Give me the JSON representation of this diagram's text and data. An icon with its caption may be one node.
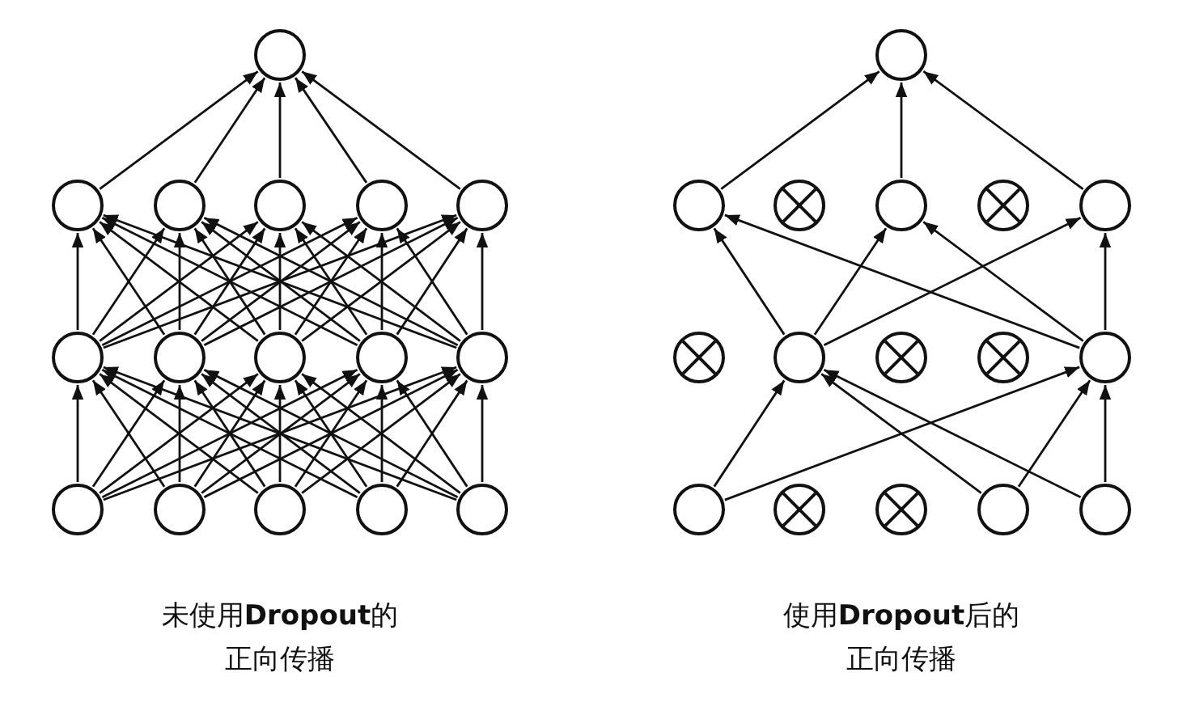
{
  "diagram": {
    "nodes": [
      {
        "text": [],
        "shape": "circle"
      },
      {
        "text": [],
        "shape": "circle"
      },
      {
        "text": [],
        "shape": "circle"
      },
      {
        "text": [],
        "shape": "circle"
      },
      {
        "text": [],
        "shape": "circle"
      },
      {
        "text": [],
        "shape": "circle"
      },
      {
        "text": [],
        "shape": "circle"
      },
      {
        "text": [],
        "shape": "circle"
      },
      {
        "text": [],
        "shape": "circle"
      },
      {
        "text": [],
        "shape": "circle"
      },
      {
        "text": [],
        "shape": "circle"
      },
      {
        "text": [],
        "shape": "circle"
      },
      {
        "text": [],
        "shape": "circle"
      },
      {
        "text": [],
        "shape": "circle"
      },
      {
        "text": [],
        "shape": "circle"
      },
      {
        "text": [],
        "shape": "circle"
      },
      {
        "text": [],
        "shape": "circle"
      },
      {
        "text": [],
        "shape": "circle"
      },
      {
        "text": [],
        "shape": "crossed-circle"
      },
      {
        "text": [],
        "shape": "circle"
      },
      {
        "text": [],
        "shape": "crossed-circle"
      },
      {
        "text": [],
        "shape": "circle"
      },
      {
        "text": [],
        "shape": "crossed-circle"
      },
      {
        "text": [],
        "shape": "circle"
      },
      {
        "text": [],
        "shape": "crossed-circle"
      },
      {
        "text": [],
        "shape": "crossed-circle"
      },
      {
        "text": [],
        "shape": "circle"
      },
      {
        "text": [],
        "shape": "circle"
      },
      {
        "text": [],
        "shape": "crossed-circle"
      },
      {
        "text": [],
        "shape": "crossed-circle"
      },
      {
        "text": [],
        "shape": "circle"
      },
      {
        "text": [],
        "shape": "circle"
      }
    ],
    "edges": [
      {
        "from": 11,
        "to": 6,
        "arrow": "to"
      },
      {
        "from": 11,
        "to": 7,
        "arrow": "to"
      },
      {
        "from": 11,
        "to": 8,
        "arrow": "to"
      },
      {
        "from": 11,
        "to": 9,
        "arrow": "to"
      },
      {
        "from": 11,
        "to": 10,
        "arrow": "to"
      },
      {
        "from": 12,
        "to": 6,
        "arrow": "to"
      },
      {
        "from": 12,
        "to": 7,
        "arrow": "to"
      },
      {
        "from": 12,
        "to": 8,
        "arrow": "to"
      },
      {
        "from": 12,
        "to": 9,
        "arrow": "to"
      },
      {
        "from": 12,
        "to": 10,
        "arrow": "to"
      },
      {
        "from": 13,
        "to": 6,
        "arrow": "to"
      },
      {
        "from": 13,
        "to": 7,
        "arrow": "to"
      },
      {
        "from": 13,
        "to": 8,
        "arrow": "to"
      },
      {
        "from": 13,
        "to": 9,
        "arrow": "to"
      },
      {
        "from": 13,
        "to": 10,
        "arrow": "to"
      },
      {
        "from": 14,
        "to": 6,
        "arrow": "to"
      },
      {
        "from": 14,
        "to": 7,
        "arrow": "to"
      },
      {
        "from": 14,
        "to": 8,
        "arrow": "to"
      },
      {
        "from": 14,
        "to": 9,
        "arrow": "to"
      },
      {
        "from": 14,
        "to": 10,
        "arrow": "to"
      },
      {
        "from": 15,
        "to": 6,
        "arrow": "to"
      },
      {
        "from": 15,
        "to": 7,
        "arrow": "to"
      },
      {
        "from": 15,
        "to": 8,
        "arrow": "to"
      },
      {
        "from": 15,
        "to": 9,
        "arrow": "to"
      },
      {
        "from": 15,
        "to": 10,
        "arrow": "to"
      },
      {
        "from": 6,
        "to": 1,
        "arrow": "to"
      },
      {
        "from": 6,
        "to": 2,
        "arrow": "to"
      },
      {
        "from": 6,
        "to": 3,
        "arrow": "to"
      },
      {
        "from": 6,
        "to": 4,
        "arrow": "to"
      },
      {
        "from": 6,
        "to": 5,
        "arrow": "to"
      },
      {
        "from": 7,
        "to": 1,
        "arrow": "to"
      },
      {
        "from": 7,
        "to": 2,
        "arrow": "to"
      },
      {
        "from": 7,
        "to": 3,
        "arrow": "to"
      },
      {
        "from": 7,
        "to": 4,
        "arrow": "to"
      },
      {
        "from": 7,
        "to": 5,
        "arrow": "to"
      },
      {
        "from": 8,
        "to": 1,
        "arrow": "to"
      },
      {
        "from": 8,
        "to": 2,
        "arrow": "to"
      },
      {
        "from": 8,
        "to": 3,
        "arrow": "to"
      },
      {
        "from": 8,
        "to": 4,
        "arrow": "to"
      },
      {
        "from": 8,
        "to": 5,
        "arrow": "to"
      },
      {
        "from": 9,
        "to": 1,
        "arrow": "to"
      },
      {
        "from": 9,
        "to": 2,
        "arrow": "to"
      },
      {
        "from": 9,
        "to": 3,
        "arrow": "to"
      },
      {
        "from": 9,
        "to": 4,
        "arrow": "to"
      },
      {
        "from": 9,
        "to": 5,
        "arrow": "to"
      },
      {
        "from": 10,
        "to": 1,
        "arrow": "to"
      },
      {
        "from": 10,
        "to": 2,
        "arrow": "to"
      },
      {
        "from": 10,
        "to": 3,
        "arrow": "to"
      },
      {
        "from": 10,
        "to": 4,
        "arrow": "to"
      },
      {
        "from": 10,
        "to": 5,
        "arrow": "to"
      },
      {
        "from": 1,
        "to": 0,
        "arrow": "to"
      },
      {
        "from": 2,
        "to": 0,
        "arrow": "to"
      },
      {
        "from": 3,
        "to": 0,
        "arrow": "to"
      },
      {
        "from": 4,
        "to": 0,
        "arrow": "to"
      },
      {
        "from": 5,
        "to": 0,
        "arrow": "to"
      },
      {
        "from": 27,
        "to": 23,
        "arrow": "to"
      },
      {
        "from": 27,
        "to": 26,
        "arrow": "to"
      },
      {
        "from": 30,
        "to": 23,
        "arrow": "to"
      },
      {
        "from": 30,
        "to": 26,
        "arrow": "to"
      },
      {
        "from": 31,
        "to": 23,
        "arrow": "to"
      },
      {
        "from": 31,
        "to": 26,
        "arrow": "to"
      },
      {
        "from": 23,
        "to": 17,
        "arrow": "to"
      },
      {
        "from": 23,
        "to": 19,
        "arrow": "to"
      },
      {
        "from": 23,
        "to": 21,
        "arrow": "to"
      },
      {
        "from": 26,
        "to": 17,
        "arrow": "to"
      },
      {
        "from": 26,
        "to": 19,
        "arrow": "to"
      },
      {
        "from": 26,
        "to": 21,
        "arrow": "to"
      },
      {
        "from": 17,
        "to": 16,
        "arrow": "to"
      },
      {
        "from": 19,
        "to": 16,
        "arrow": "to"
      },
      {
        "from": 21,
        "to": 16,
        "arrow": "to"
      }
    ],
    "labels": [
      "未使用**Dropout**的正向传播",
      "使用**Dropout**后的正向传播"
    ]
  }
}
